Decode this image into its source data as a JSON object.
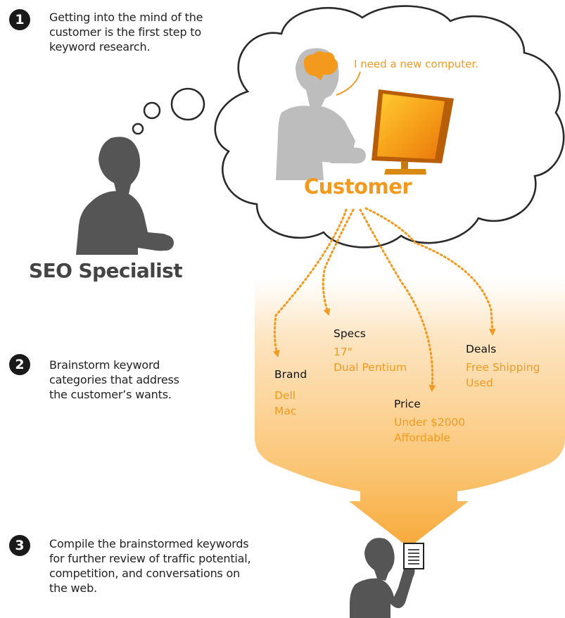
{
  "steps": [
    {
      "number": "1",
      "text": [
        "Getting into the mind of the",
        "customer is the first step to",
        "keyword research."
      ]
    },
    {
      "number": "2",
      "text": [
        "Brainstorm keyword",
        "categories that address",
        "the customer’s wants."
      ]
    },
    {
      "number": "3",
      "text": [
        "Compile the brainstormed keywords",
        "for further review of traffic potential,",
        "competition, and conversations on",
        "the web."
      ]
    }
  ],
  "thought_bubble": {
    "speech": "I need a new computer.",
    "label": "Customer"
  },
  "specialist_label": "SEO Specialist",
  "categories": {
    "brand": {
      "title": "Brand",
      "items": [
        "Dell",
        "Mac"
      ]
    },
    "specs": {
      "title": "Specs",
      "items": [
        "17\"",
        "Dual Pentium"
      ]
    },
    "price": {
      "title": "Price",
      "items": [
        "Under $2000",
        "Affordable"
      ]
    },
    "deals": {
      "title": "Deals",
      "items": [
        "Free Shipping",
        "Used"
      ]
    }
  },
  "icons": [
    "brain-icon",
    "computer-monitor-icon",
    "document-icon"
  ],
  "colors": {
    "accent": "#f39a1e",
    "figure_gray": "#555555",
    "light_gray": "#bdbdbd",
    "funnel": "#fcc57a"
  }
}
